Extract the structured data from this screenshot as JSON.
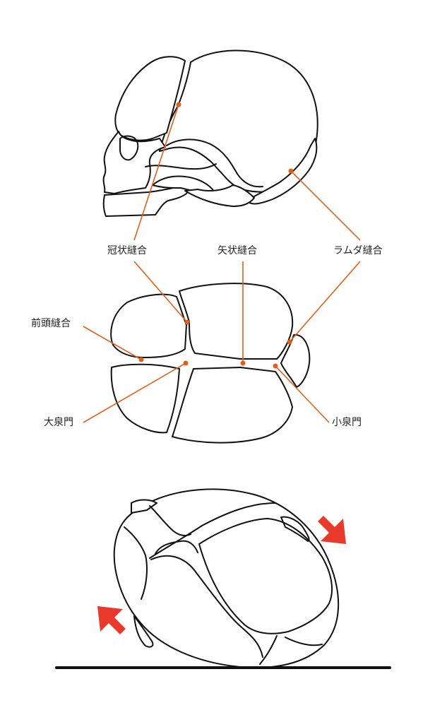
{
  "labels": {
    "coronal_suture": "冠状縫合",
    "sagittal_suture": "矢状縫合",
    "lambdoid_suture": "ラムダ縫合",
    "frontal_suture": "前頭縫合",
    "anterior_fontanelle": "大泉門",
    "posterior_fontanelle": "小泉門"
  },
  "colors": {
    "leader_line": "#e0601a",
    "outline": "#111111",
    "arrow": "#e8392a",
    "ground": "#111111"
  },
  "icons": {
    "compression_arrow_top": "arrow-down-left-icon",
    "compression_arrow_bottom": "arrow-up-right-icon"
  }
}
